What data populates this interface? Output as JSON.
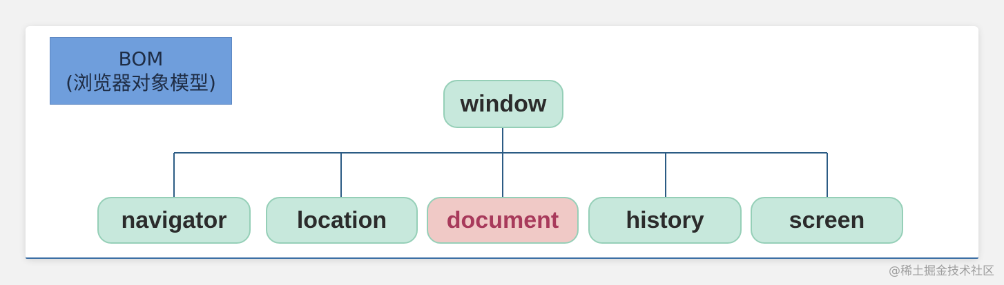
{
  "diagram": {
    "title_line1": "BOM",
    "title_line2": "(浏览器对象模型)",
    "root": "window",
    "children": [
      "navigator",
      "location",
      "document",
      "history",
      "screen"
    ],
    "highlighted_child": "document",
    "colors": {
      "title_box": "#6f9edc",
      "node_fill": "#c7e8dc",
      "node_border": "#95cfb7",
      "highlight_fill": "#f0c9c6",
      "highlight_text": "#a83a5b",
      "connector": "#2b5b84"
    }
  },
  "watermark": "@稀土掘金技术社区"
}
